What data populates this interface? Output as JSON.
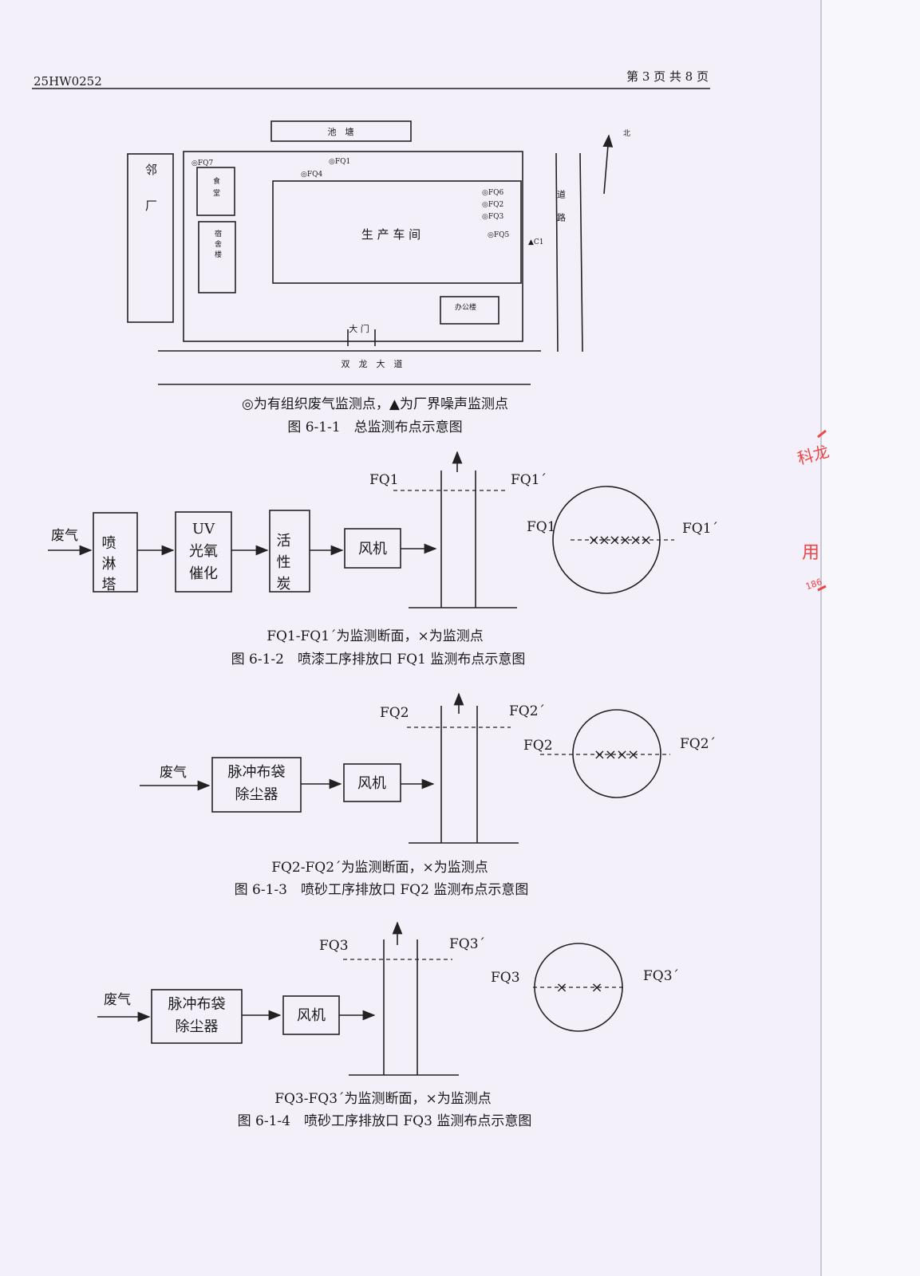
{
  "header": {
    "doc_id": "25HW0252",
    "page_info": "第 3 页 共 8 页"
  },
  "fig1": {
    "pond": "池　塘",
    "neighbor": "邻厂",
    "canteen": "食堂",
    "dorm": "宿舍楼",
    "workshop": "生 产 车 间",
    "office": "办公楼",
    "gate": "大 门",
    "avenue": "双　龙　大　道",
    "road": "道路",
    "north": "北",
    "points": [
      "FQ7",
      "FQ1",
      "FQ4",
      "FQ6",
      "FQ2",
      "FQ3",
      "FQ5"
    ],
    "noise_point": "C1",
    "legend": "◎为有组织废气监测点，▲为厂界噪声监测点",
    "caption": "图 6-1-1　总监测布点示意图"
  },
  "fig2": {
    "input": "废气",
    "boxes": [
      "喷淋塔",
      "UV光氧催化",
      "活性炭",
      "风机"
    ],
    "left_label": "FQ1",
    "right_label": "FQ1´",
    "points_count": 6,
    "note": "FQ1-FQ1´为监测断面，×为监测点",
    "caption": "图 6-1-2　喷漆工序排放口 FQ1 监测布点示意图"
  },
  "fig3": {
    "input": "废气",
    "boxes": [
      "脉冲布袋除尘器",
      "风机"
    ],
    "left_label": "FQ2",
    "right_label": "FQ2´",
    "points_count": 4,
    "note": "FQ2-FQ2´为监测断面，×为监测点",
    "caption": "图 6-1-3　喷砂工序排放口 FQ2 监测布点示意图"
  },
  "fig4": {
    "input": "废气",
    "boxes": [
      "脉冲布袋除尘器",
      "风机"
    ],
    "left_label": "FQ3",
    "right_label": "FQ3´",
    "points_count": 2,
    "note": "FQ3-FQ3´为监测断面，×为监测点",
    "caption": "图 6-1-4　喷砂工序排放口 FQ3 监测布点示意图"
  },
  "stamp": {
    "text": "科龙…用",
    "color": "#f04545"
  }
}
